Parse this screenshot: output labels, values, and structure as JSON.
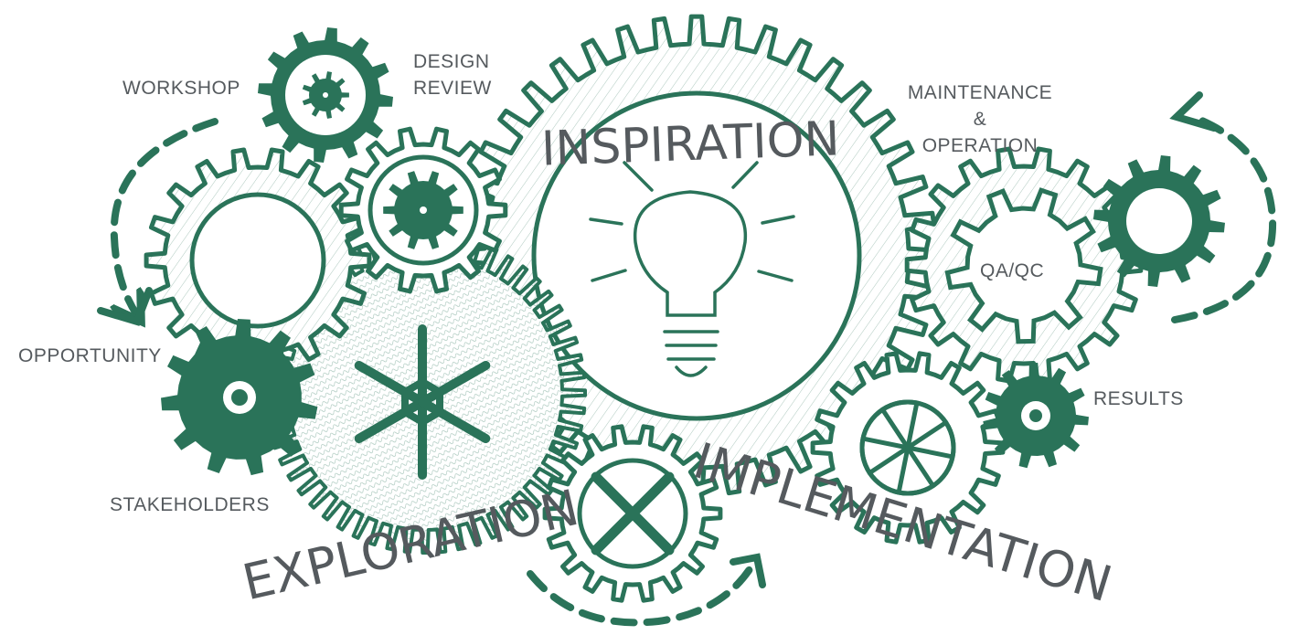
{
  "colors": {
    "gear": "#2a7359",
    "text": "#555a5e",
    "hatch": "#2a7359"
  },
  "stages": {
    "inspiration": "INSPIRATION",
    "exploration": "EXPLORATION",
    "implementation": "IMPLEMENTATION"
  },
  "labels": {
    "workshop": "WORKSHOP",
    "design_review_1": "DESIGN",
    "design_review_2": "REVIEW",
    "maintenance_1": "MAINTENANCE",
    "maintenance_2": "&",
    "maintenance_3": "OPERATION",
    "qaqc": "QA/QC",
    "opportunity": "OPPORTUNITY",
    "results": "RESULTS",
    "stakeholders": "STAKEHOLDERS"
  },
  "icons": [
    "lightbulb-icon",
    "gear-icon",
    "cycle-arrow-icon"
  ]
}
